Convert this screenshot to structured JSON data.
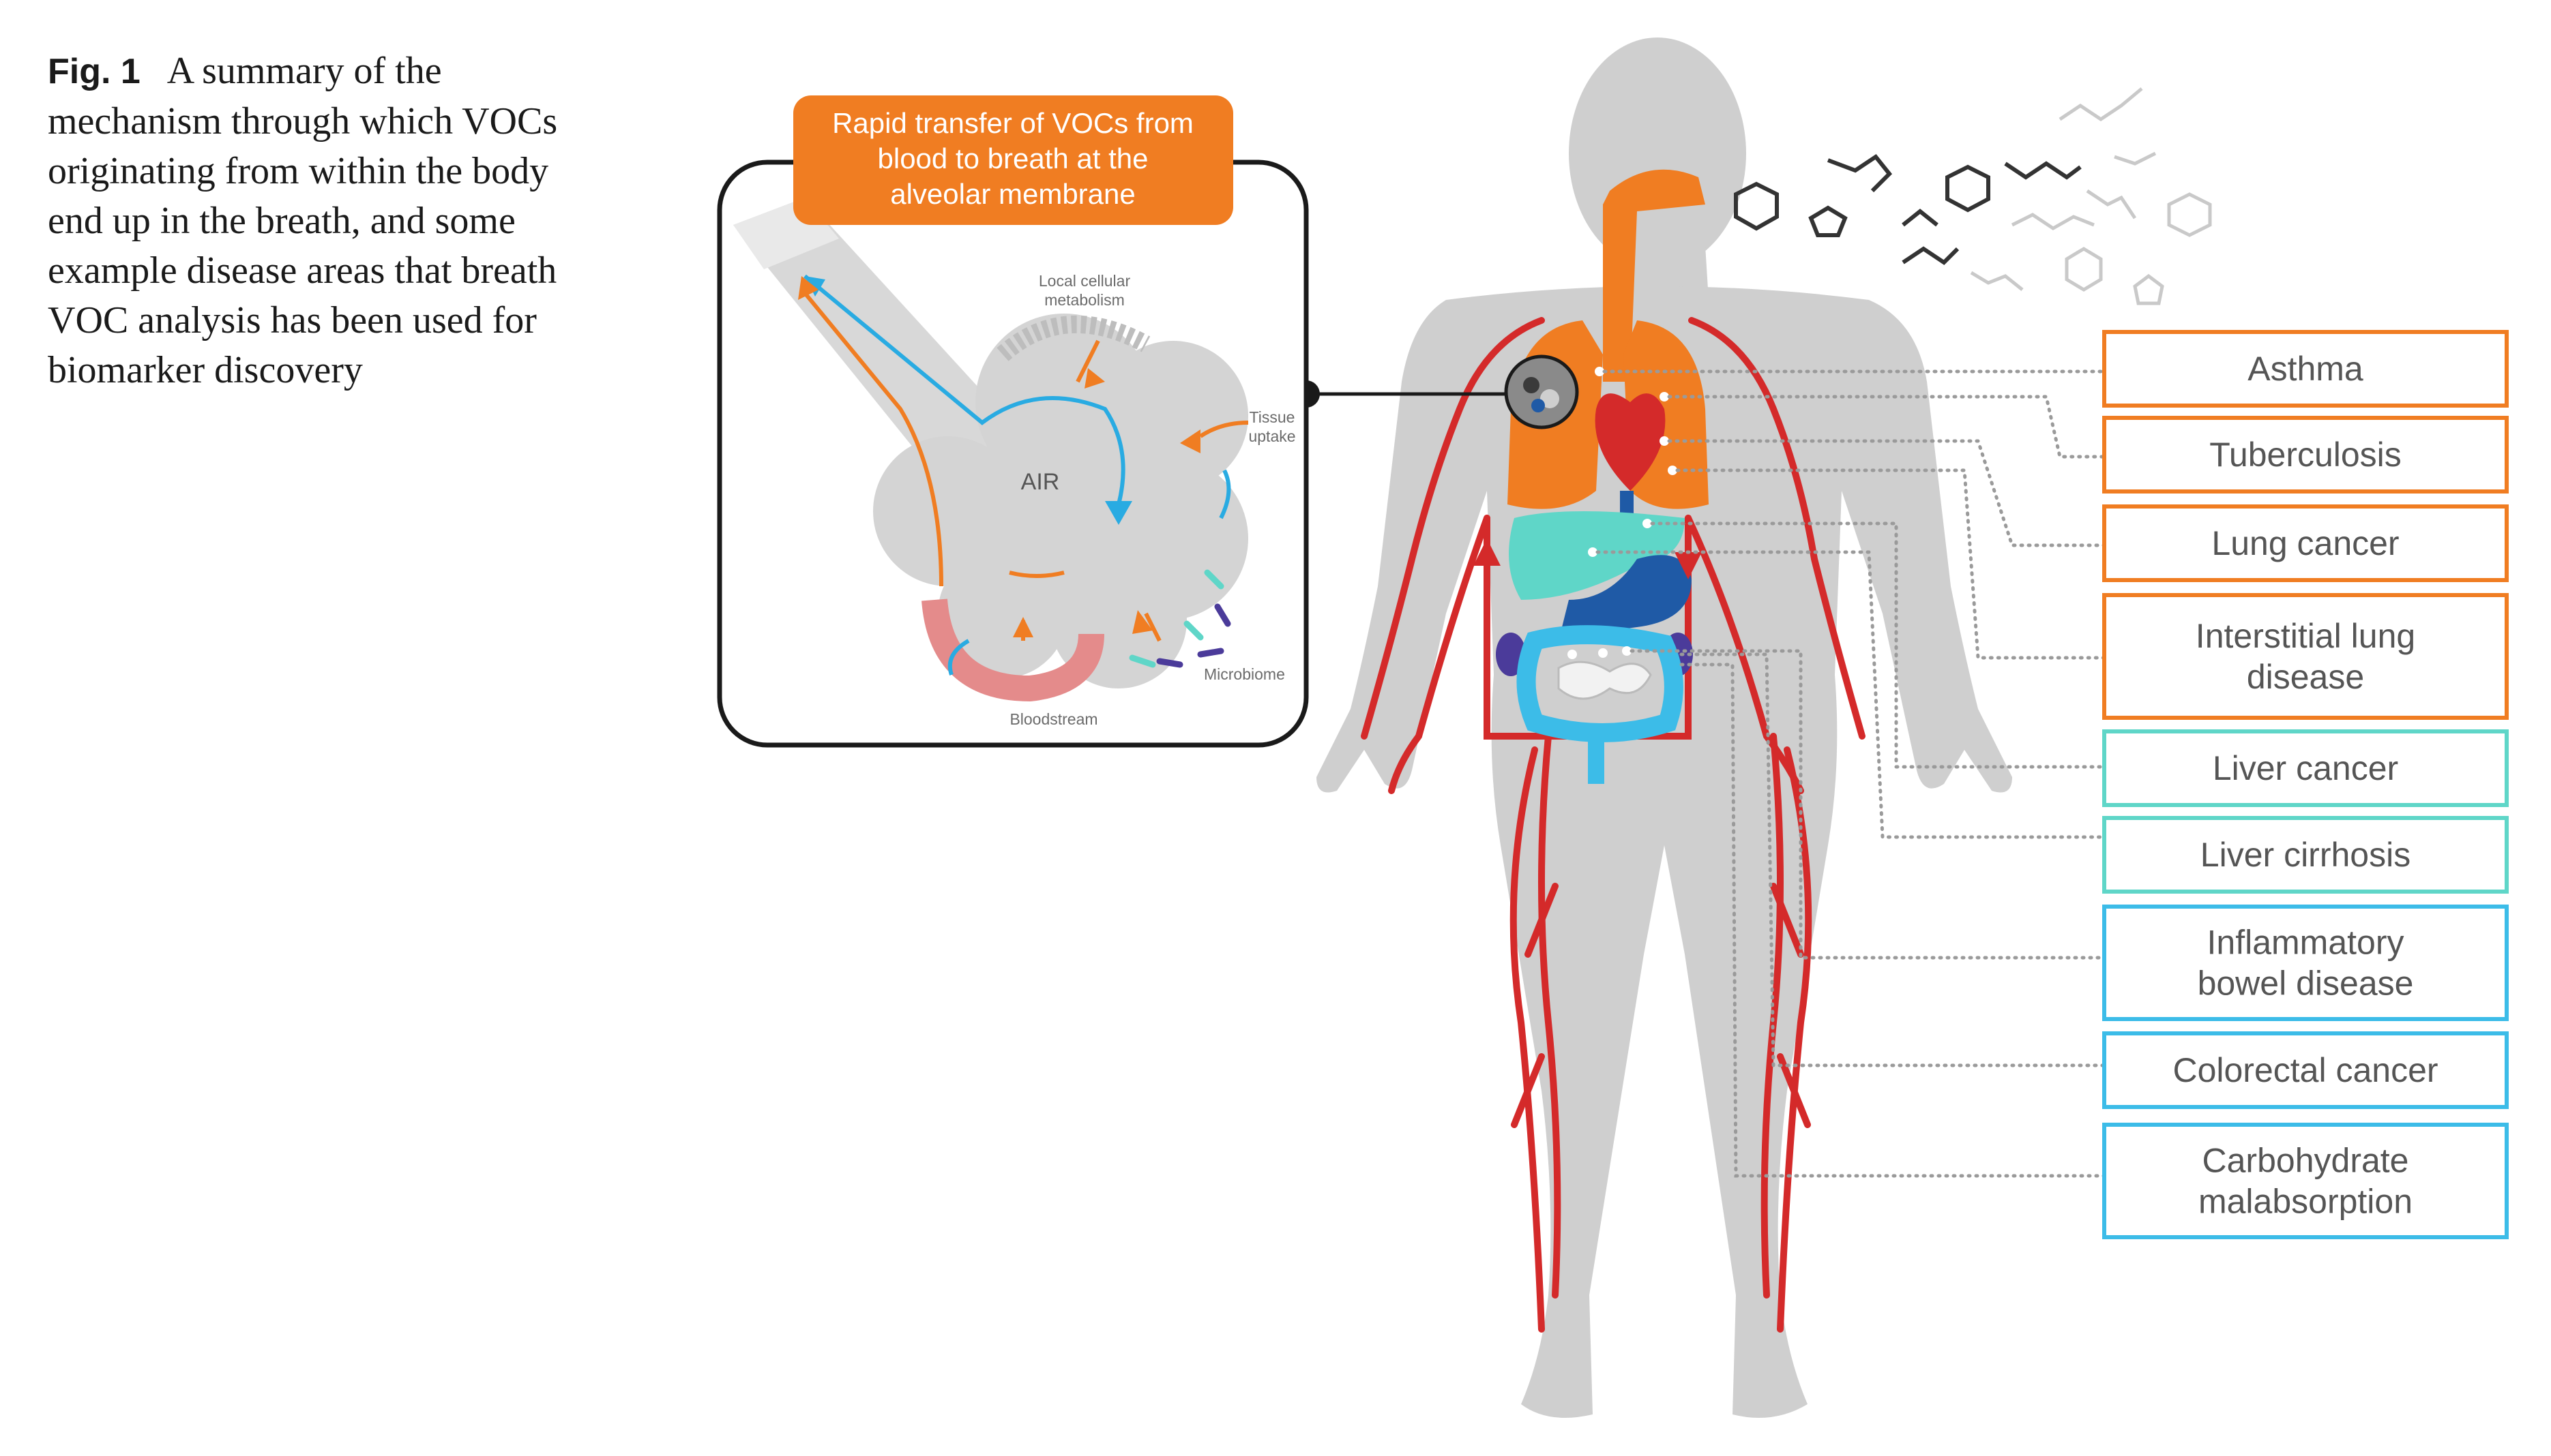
{
  "caption": {
    "label": "Fig. 1",
    "text": "A summary of the mechanism through which VOCs originating from within the body end up in the breath, and some example disease areas that breath VOC analysis has been used for biomarker discovery"
  },
  "inset": {
    "banner_lines": [
      "Rapid transfer of VOCs from",
      "blood to breath at the",
      "alveolar membrane"
    ],
    "air_label": "AIR",
    "local_metabolism_lines": [
      "Local cellular",
      "metabolism"
    ],
    "tissue_uptake_lines": [
      "Tissue",
      "uptake"
    ],
    "microbiome_label": "Microbiome",
    "bloodstream_label": "Bloodstream"
  },
  "diseases": [
    {
      "lines": [
        "Asthma"
      ],
      "group": "lung"
    },
    {
      "lines": [
        "Tuberculosis"
      ],
      "group": "lung"
    },
    {
      "lines": [
        "Lung cancer"
      ],
      "group": "lung"
    },
    {
      "lines": [
        "Interstitial lung",
        "disease"
      ],
      "group": "lung"
    },
    {
      "lines": [
        "Liver cancer"
      ],
      "group": "liver"
    },
    {
      "lines": [
        "Liver cirrhosis"
      ],
      "group": "liver"
    },
    {
      "lines": [
        "Inflammatory",
        "bowel disease"
      ],
      "group": "gut"
    },
    {
      "lines": [
        "Colorectal cancer"
      ],
      "group": "gut"
    },
    {
      "lines": [
        "Carbohydrate",
        "malabsorption"
      ],
      "group": "gut"
    }
  ],
  "colors": {
    "lung": "#f07d22",
    "liver": "#5fd6c8",
    "gut": "#3cbce8",
    "blood": "#d42a2a",
    "body": "#cfcfcf",
    "air_arrow": "#29abe2"
  },
  "icons": [
    "lungs-icon",
    "heart-icon",
    "liver-icon",
    "stomach-icon",
    "intestine-icon",
    "kidney-icon",
    "molecule-icon",
    "alveolus-icon"
  ]
}
